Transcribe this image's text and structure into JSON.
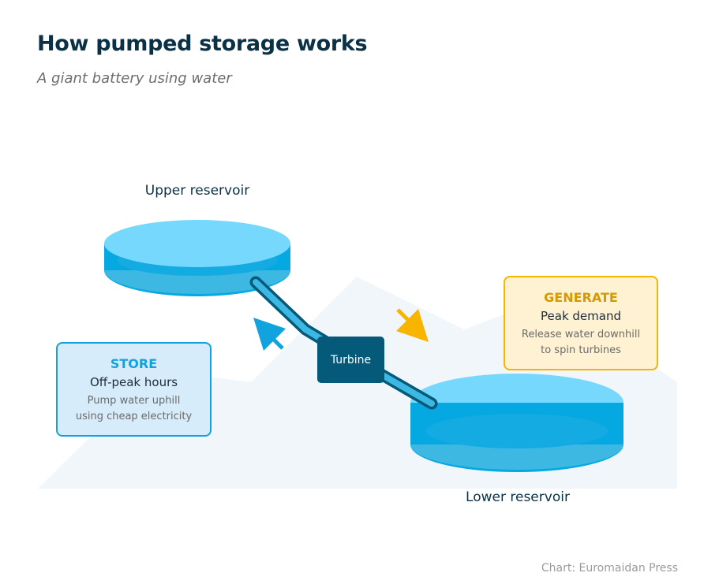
{
  "header": {
    "title": "How pumped storage works",
    "subtitle": "A giant battery using water"
  },
  "diagram": {
    "upper_reservoir": {
      "label": "Upper reservoir"
    },
    "lower_reservoir": {
      "label": "Lower reservoir"
    },
    "turbine": {
      "label": "Turbine"
    },
    "store": {
      "heading": "STORE",
      "subheading": "Off-peak hours",
      "line1": "Pump water uphill",
      "line2": "using cheap electricity",
      "arrow_direction": "up"
    },
    "generate": {
      "heading": "GENERATE",
      "subheading": "Peak demand",
      "line1": "Release water downhill",
      "line2": "to spin turbines",
      "arrow_direction": "down"
    },
    "colors": {
      "water_top": "#77d8fe",
      "water_side": "#06a8e2",
      "water_inner": "#14abe3",
      "water_bottom": "#3cb8e2",
      "pipe_fill": "#3cb8e2",
      "pipe_stroke": "#045a78",
      "store_accent": "#10a3dd",
      "generate_accent": "#f7b500",
      "mountain": "#f0f6f9",
      "title": "#0b3147"
    }
  },
  "footer": {
    "credit": "Chart: Euromaidan Press"
  }
}
